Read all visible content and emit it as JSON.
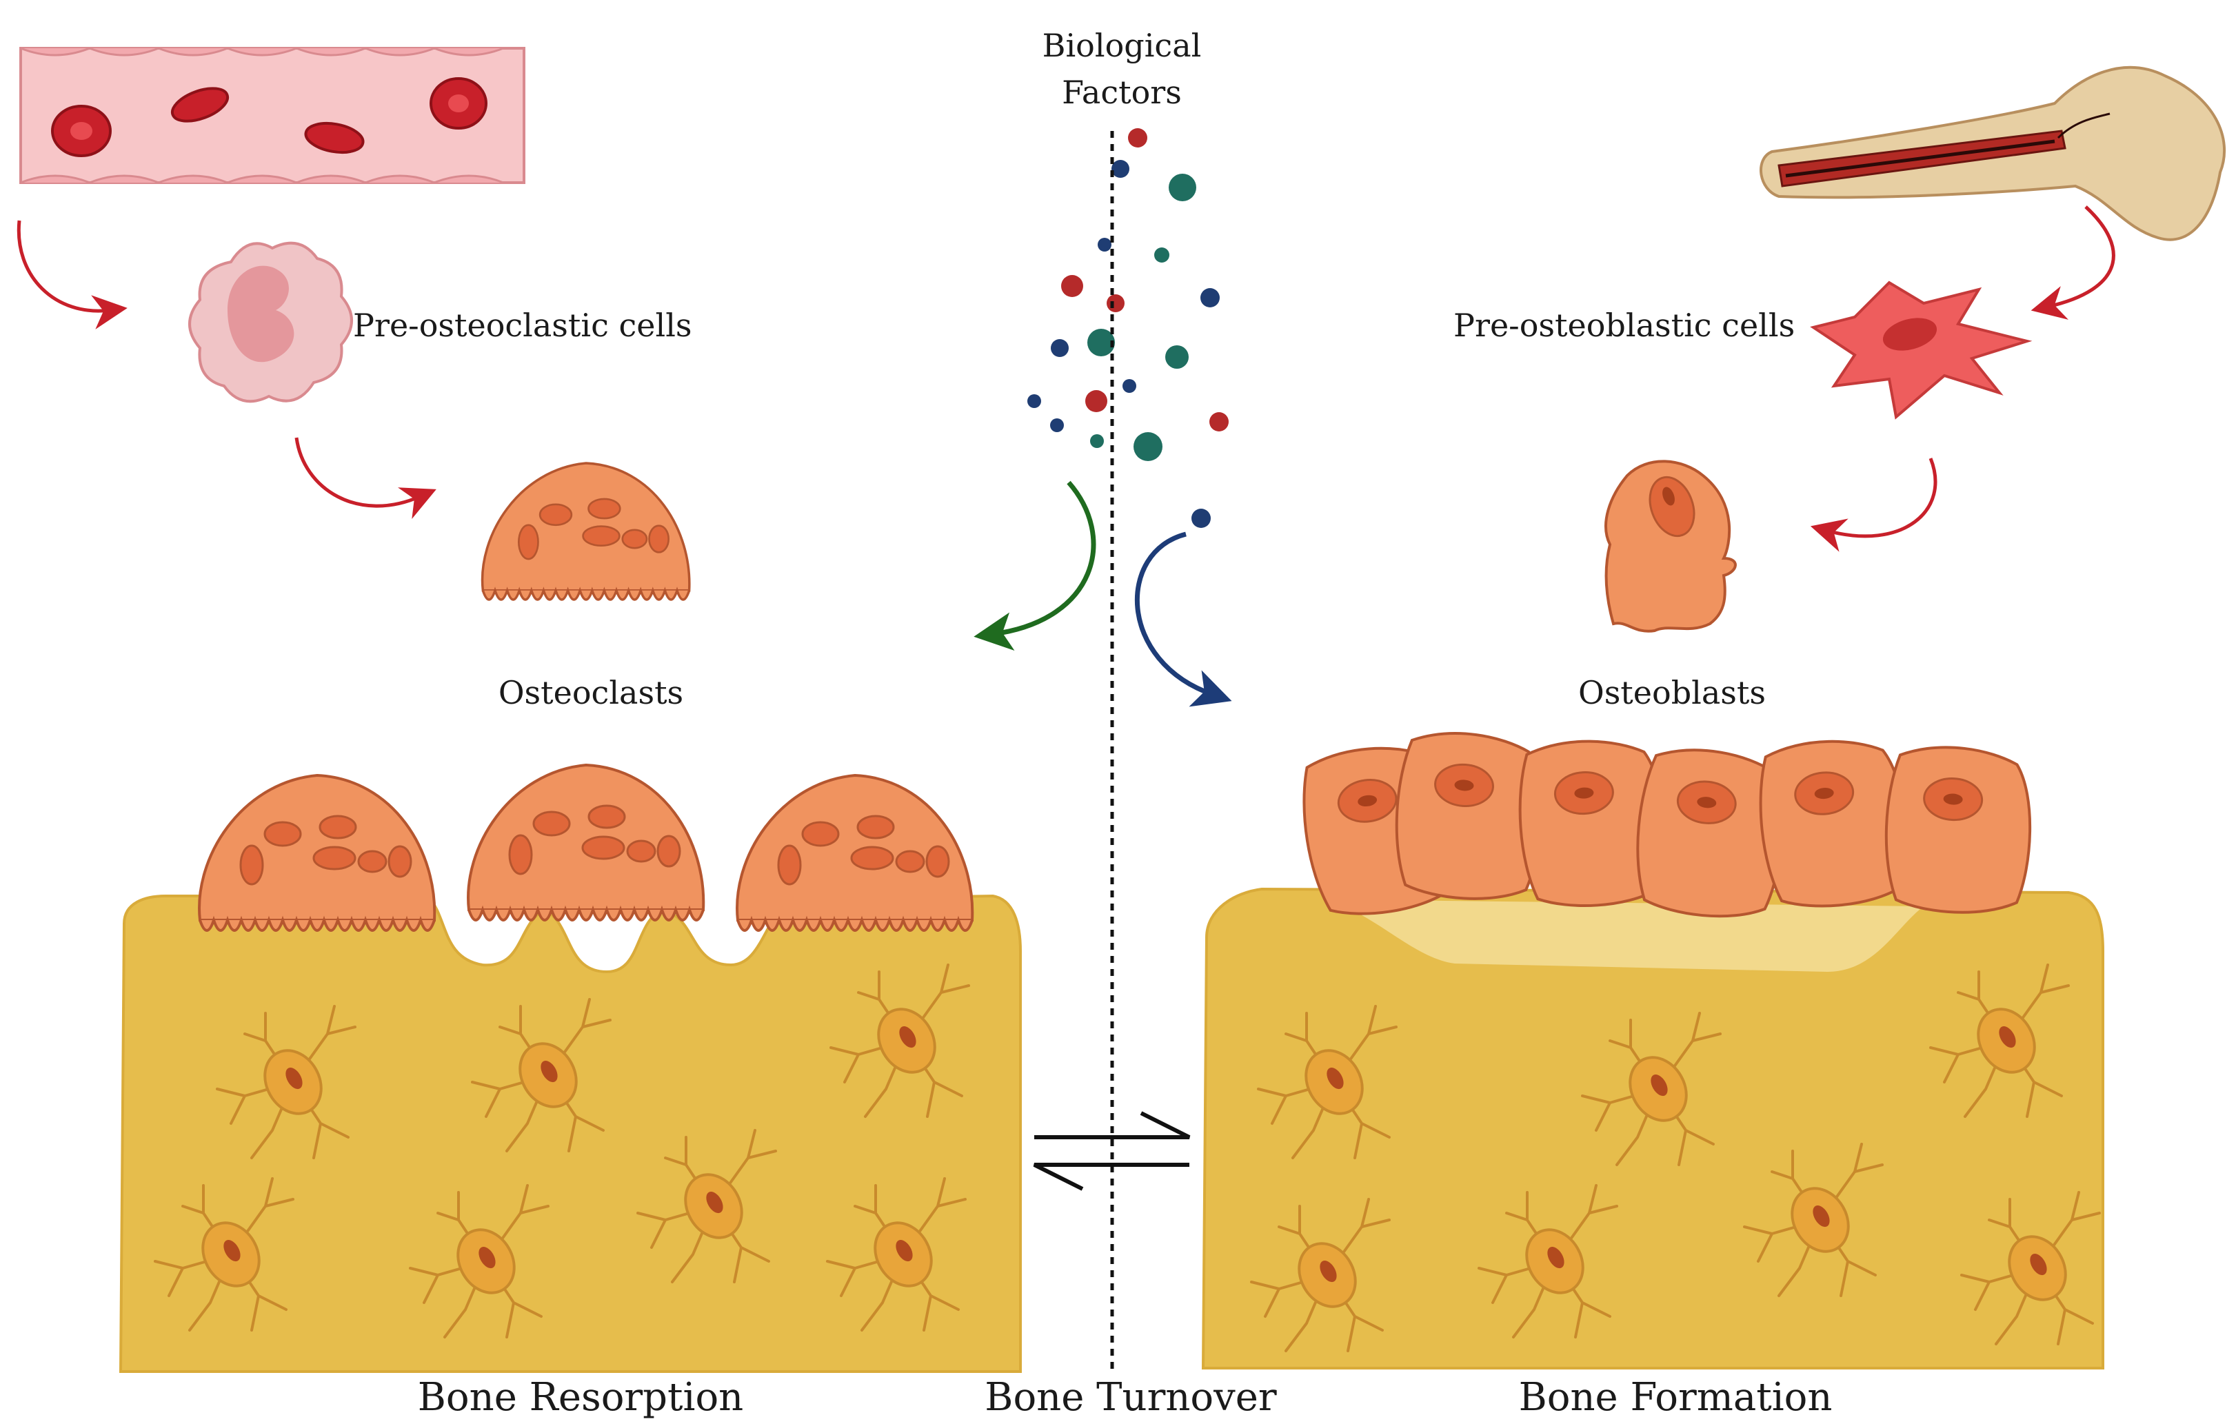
{
  "labels": {
    "biological_factors_line1": "Biological",
    "biological_factors_line2": "Factors",
    "pre_osteoclastic": "Pre-osteoclastic cells",
    "pre_osteoblastic": "Pre-osteoblastic cells",
    "osteoclasts": "Osteoclasts",
    "osteoblasts": "Osteoblasts",
    "bone_resorption": "Bone Resorption",
    "bone_turnover": "Bone Turnover",
    "bone_formation": "Bone Formation"
  },
  "colors": {
    "bone": "#e6bd4c",
    "bone_edge": "#d9ab3a",
    "cell_orange": "#f0935f",
    "cell_edge": "#b5562f",
    "nucleus": "#e0673a",
    "blood_vessel": "#f7c6c8",
    "rbc": "#c8202a",
    "arrow_red": "#c8202a",
    "arrow_green": "#1f6b1f",
    "arrow_blue": "#1d3c78",
    "factor_red": "#b52a2a",
    "factor_blue": "#1f3d73",
    "factor_teal": "#1f6e60",
    "pre_osteoblast": "#ee5d5d",
    "pre_osteoclast": "#f0c4c6"
  }
}
